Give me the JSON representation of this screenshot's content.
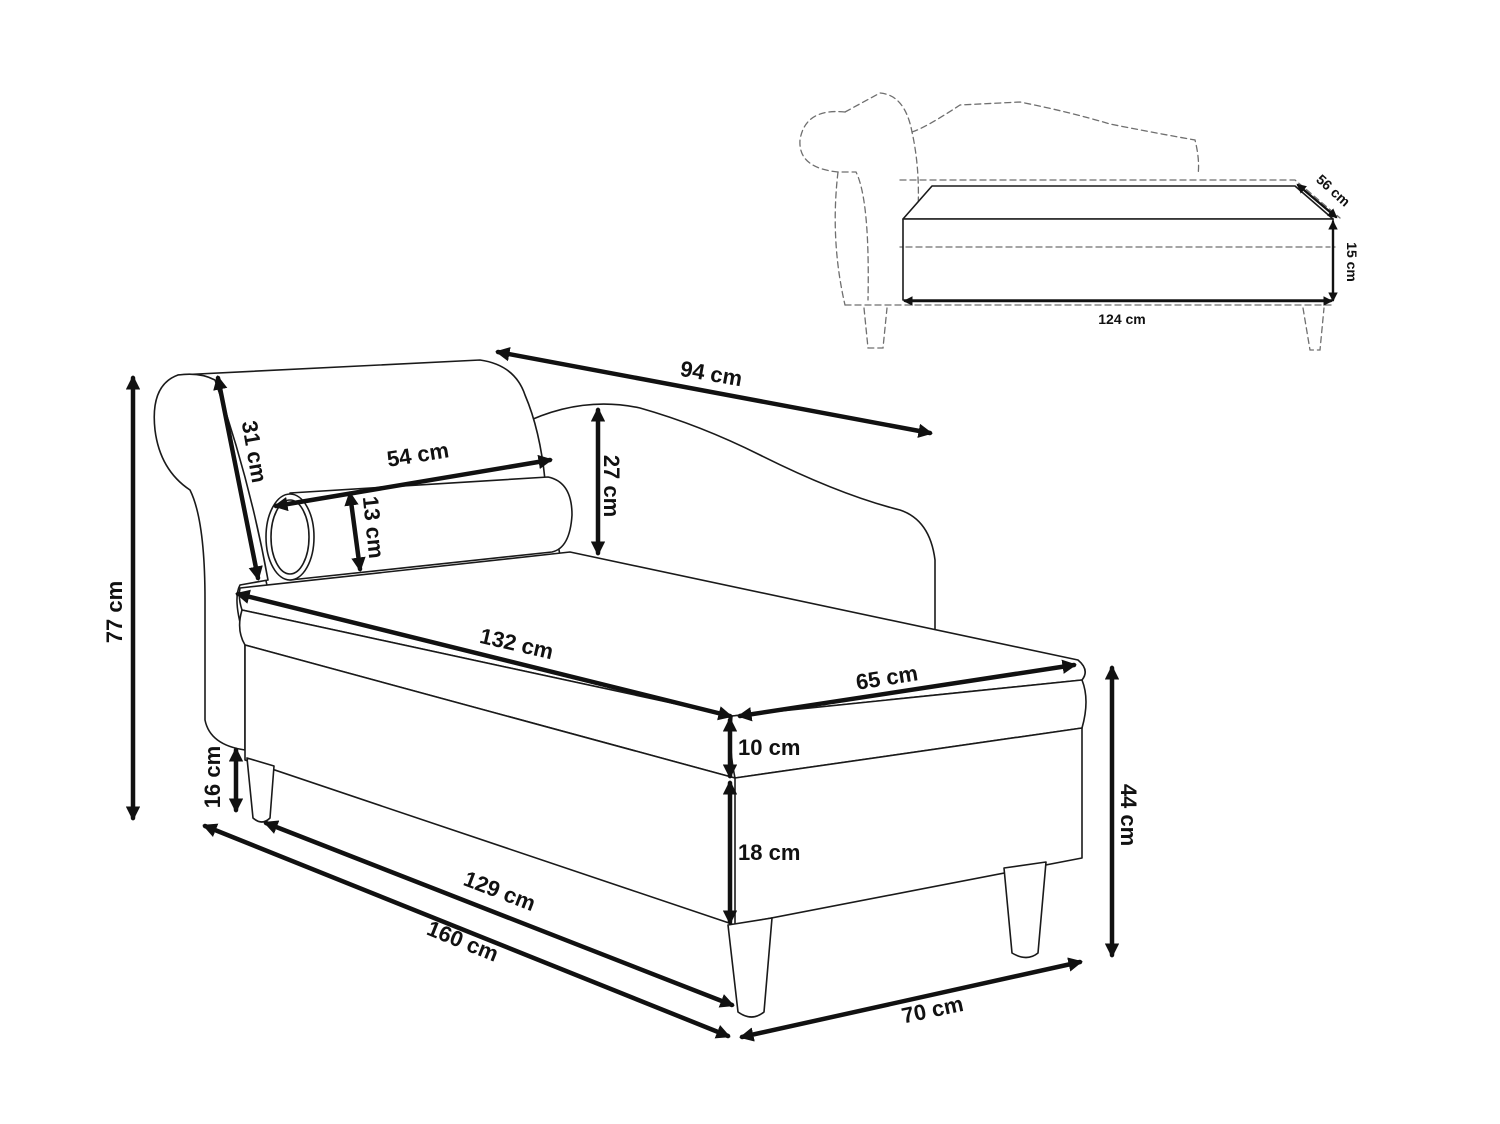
{
  "colors": {
    "line": "#1a1a1a",
    "dashed": "#6f6f6f",
    "background": "#ffffff"
  },
  "main_view": {
    "dimensions": {
      "total_height": "77 cm",
      "armrest_depth": "31 cm",
      "pillow_length": "54 cm",
      "pillow_diameter": "13 cm",
      "backrest_height": "27 cm",
      "backrest_length": "94 cm",
      "cushion_length": "132 cm",
      "cushion_width": "65 cm",
      "cushion_thickness": "10 cm",
      "base_height": "18 cm",
      "seat_height": "44 cm",
      "leg_height": "16 cm",
      "base_length": "129 cm",
      "total_length": "160 cm",
      "total_width": "70 cm"
    }
  },
  "storage_view": {
    "dimensions": {
      "depth": "56 cm",
      "height": "15 cm",
      "length": "124 cm"
    }
  }
}
